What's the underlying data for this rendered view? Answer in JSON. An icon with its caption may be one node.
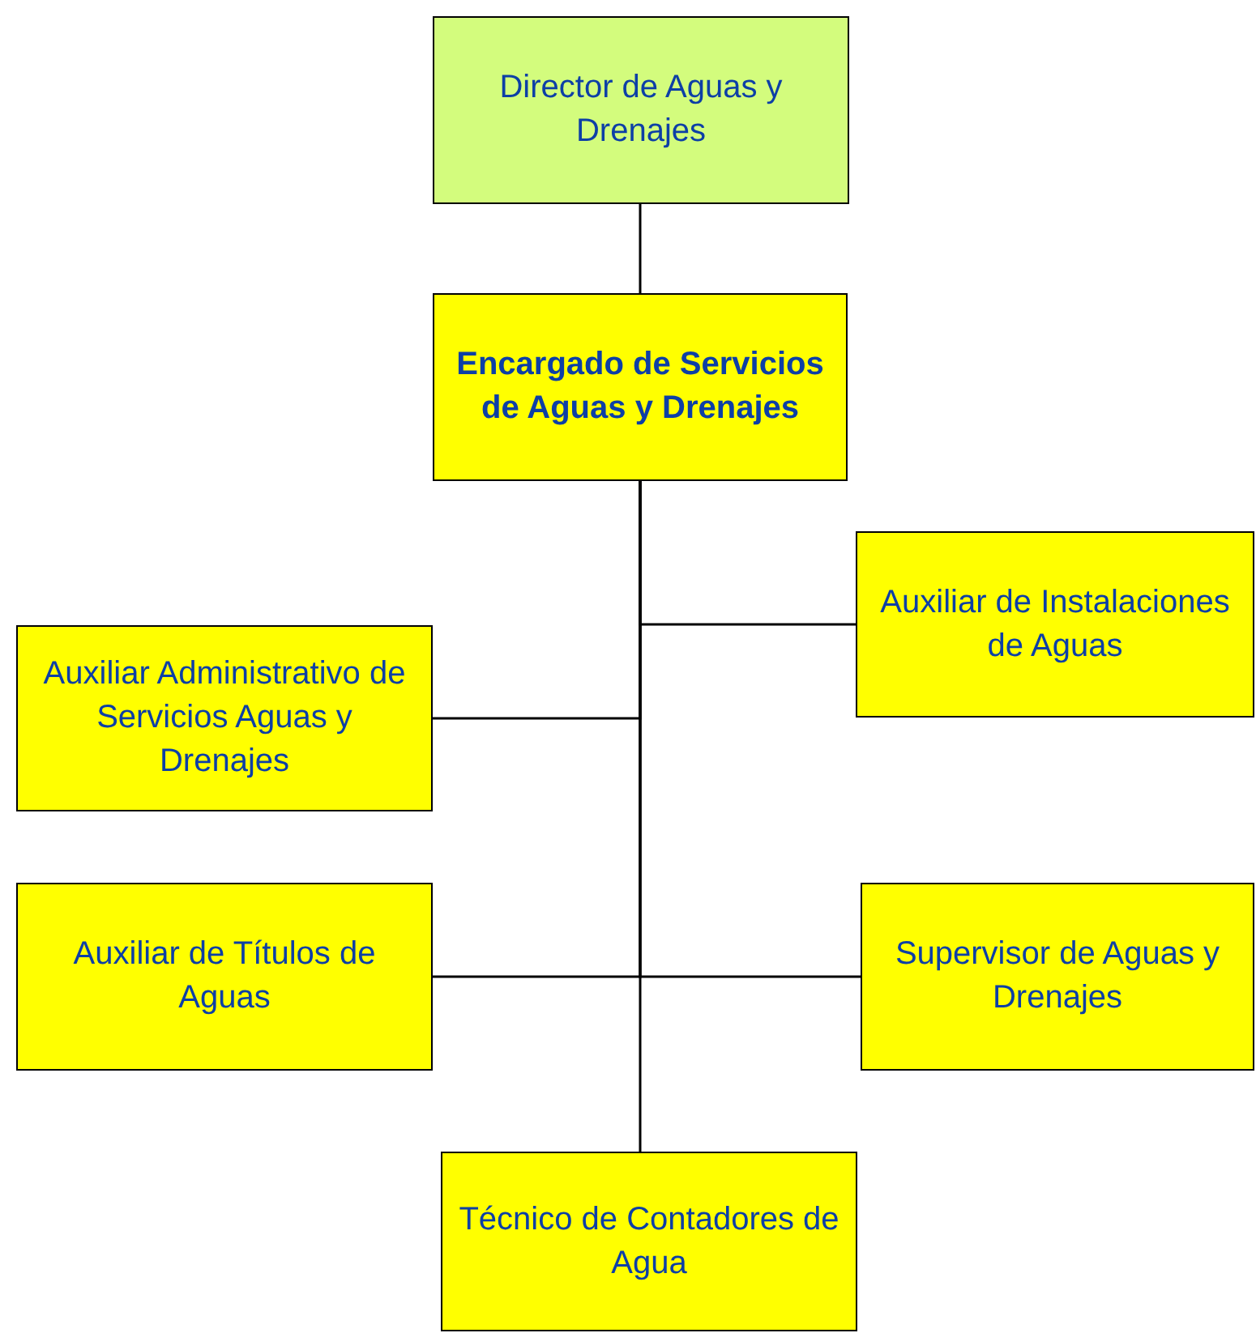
{
  "diagram": {
    "nodes": [
      {
        "text": [
          "Director de Aguas y Drenajes"
        ]
      },
      {
        "text": [
          "Encargado de Servicios de Aguas y Drenajes"
        ]
      },
      {
        "text": [
          "Auxiliar de Instalaciones de Aguas"
        ]
      },
      {
        "text": [
          "Auxiliar Administrativo de Servicios Aguas y Drenajes"
        ]
      },
      {
        "text": [
          "Auxiliar de Títulos de Aguas"
        ]
      },
      {
        "text": [
          "Supervisor de Aguas y Drenajes"
        ]
      },
      {
        "text": [
          "Técnico de Contadores de Agua"
        ]
      }
    ],
    "edges": [
      {
        "from": 0,
        "to": 1,
        "arrow": "none"
      },
      {
        "from": 1,
        "to": 2,
        "arrow": "none"
      },
      {
        "from": 1,
        "to": 3,
        "arrow": "none"
      },
      {
        "from": 1,
        "to": 4,
        "arrow": "none"
      },
      {
        "from": 1,
        "to": 5,
        "arrow": "none"
      },
      {
        "from": 1,
        "to": 6,
        "arrow": "none"
      }
    ]
  }
}
